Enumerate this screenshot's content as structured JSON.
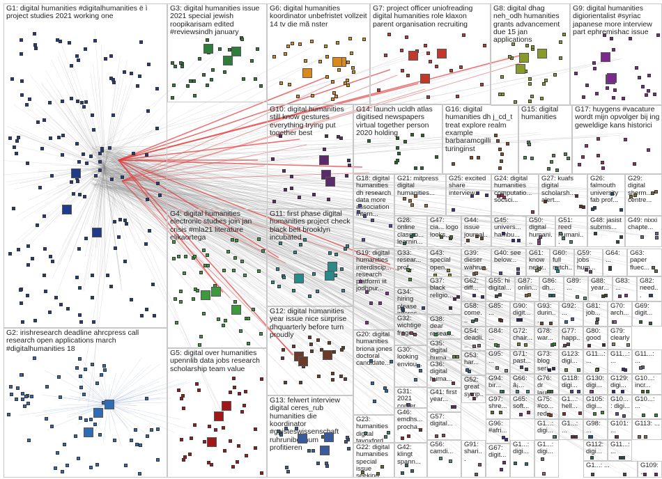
{
  "graph": {
    "type": "network",
    "groups": [
      {
        "id": "G1",
        "label": "G1: digital humanities #digitalhumanities ë ì project studies 2021 working one",
        "color": "#1f3b8a"
      },
      {
        "id": "G2",
        "label": "G2: irishresearch deadline ahrcpress call research open applications march #digitalhumanities 18",
        "color": "#2e6db4"
      },
      {
        "id": "G3",
        "label": "G3: digital humanities issue 2021 special jewish roopikarisam edited #reviewsindh january",
        "color": "#2f7d3a"
      },
      {
        "id": "G4",
        "label": "G4: digital humanities electronic studies join jan crisis #mla21 literature elikaortega",
        "color": "#3c9a3c"
      },
      {
        "id": "G5",
        "label": "G5: digital over humanities upennlib data jobs research scholarship team value",
        "color": "#a01818"
      },
      {
        "id": "G6",
        "label": "G6: digital humanities koordinator unbefristet vollzeit 14 tv die mã nster",
        "color": "#d98a1a"
      },
      {
        "id": "G7",
        "label": "G7: project officer uniofreading digital humanities role klaxon parent organisation recruiting",
        "color": "#c0392b"
      },
      {
        "id": "G8",
        "label": "G8: digital dhag neh_odh humanities grants advancement due 15 jan applications",
        "color": "#8a9a2a"
      },
      {
        "id": "G9",
        "label": "G9: digital humanities digiorientalist #syriac japanese more interview part ephremishac issue",
        "color": "#7a2a8a"
      },
      {
        "id": "G10",
        "label": "G10: digital humanities still know gestures everything trying put together best",
        "color": "#5a2a6a"
      },
      {
        "id": "G11",
        "label": "G11: first phase digital humanities project check black belt brooklyn incubated",
        "color": "#2a8a8a"
      },
      {
        "id": "G12",
        "label": "G12: digital humanities year issue nice surprise dhquarterly before turn proudly",
        "color": "#6a3a2a"
      },
      {
        "id": "G13",
        "label": "G13: felwert interview digital ceres_rub humanities die koordinator #geisteswissenschaft ruhrunibochum profitieren",
        "color": "#3a5a9a"
      },
      {
        "id": "G14",
        "label": "G14: launch ucldh atlas digitised newspapers virtual together person 2020 holding",
        "color": "#2a6a2a"
      },
      {
        "id": "G15",
        "label": "G15: digital humanities",
        "color": "#4a8a4a"
      },
      {
        "id": "G16",
        "label": "G16: digital humanities dh j_cd_t treat explore realm example barbaramcgilli turinginst",
        "color": "#8a4a2a"
      },
      {
        "id": "G17",
        "label": "G17: huygens #vacature wordt mijn opvolger bij ing geweldige kans historici",
        "color": "#9a2a6a"
      },
      {
        "id": "G18",
        "label": "G18: digital humanities dh research data more association intern...",
        "color": "#4a4aaa"
      },
      {
        "id": "G19",
        "label": "G19: digital humanities interdiscip... research platform iit jodhpur...",
        "color": "#8a2a8a"
      },
      {
        "id": "G20",
        "label": "G20: digital humanities briona jones doctoral candidate...",
        "color": "#2a6aaa"
      },
      {
        "id": "G21",
        "label": "G21: mitpress digital humanities...",
        "color": "#aa6a2a"
      },
      {
        "id": "G22",
        "label": "G22: digital humanities special issue seeking...",
        "color": "#6a6a2a"
      },
      {
        "id": "G23",
        "label": "G23: humanities digital tayoxford looking...",
        "color": "#2a8a6a"
      },
      {
        "id": "G24",
        "label": "G24: digital humanities computatio... socsci...",
        "color": "#aa2a4a"
      },
      {
        "id": "G25",
        "label": "G25: excited share interview...",
        "color": "#4a2a8a"
      },
      {
        "id": "G26",
        "label": "G26: falmouth university fab prof...",
        "color": "#2a4a6a"
      },
      {
        "id": "G27",
        "label": "G27: kuafs digital scholarsh... alert...",
        "color": "#6a2a2a"
      },
      {
        "id": "G28",
        "label": "G28: online classro... learnin...",
        "color": "#2a6a4a"
      },
      {
        "id": "G29",
        "label": "G29: digital sherm... centre...",
        "color": "#8a6a2a"
      },
      {
        "id": "G30",
        "label": "G30: looking enviou...",
        "color": "#4a6a8a"
      },
      {
        "id": "G31",
        "label": "G31: 2021 confer...",
        "color": "#6a4a8a"
      },
      {
        "id": "G32",
        "label": "G32: wichtige frage...",
        "color": "#8a4a6a"
      },
      {
        "id": "G33",
        "label": "G33: resear... prof...",
        "color": "#4a8a2a"
      },
      {
        "id": "G34",
        "label": "G34: hiring please interes...",
        "color": "#2a4a8a"
      },
      {
        "id": "G35",
        "label": "G35: digital huma...",
        "color": "#6a8a4a"
      },
      {
        "id": "G36",
        "label": "G36: digital huma...",
        "color": "#8a2a4a"
      },
      {
        "id": "G37",
        "label": "G37: black religio...",
        "color": "#4a2a4a"
      },
      {
        "id": "G38",
        "label": "G38: dear resear...",
        "color": "#2a8a4a"
      },
      {
        "id": "G39",
        "label": "G39: dieser wahrun...",
        "color": "#8a6a4a"
      },
      {
        "id": "G40",
        "label": "G40: see below...",
        "color": "#4a4a8a"
      },
      {
        "id": "G41",
        "label": "G41: first year...",
        "color": "#6a2a6a"
      },
      {
        "id": "G42",
        "label": "G42: klingt spann...",
        "color": "#2a6a6a"
      },
      {
        "id": "G43",
        "label": "G43: special open...",
        "color": "#8a8a2a"
      },
      {
        "id": "G44",
        "label": "G44: issue journal...",
        "color": "#6a4a2a"
      },
      {
        "id": "G45",
        "label": "G45: univers... hambu...",
        "color": "#2a2a8a"
      },
      {
        "id": "G46",
        "label": "G46: emdhs... procha...",
        "color": "#8a2a2a"
      },
      {
        "id": "G47",
        "label": "G47: cia... logo looks...",
        "color": "#4a6a2a"
      },
      {
        "id": "G48",
        "label": "G48: jasist submis...",
        "color": "#2a4a4a"
      },
      {
        "id": "G49",
        "label": "G49: nixxi chapte...",
        "color": "#6a6a8a"
      },
      {
        "id": "G50",
        "label": "G50: digital humani...",
        "color": "#8a4a8a"
      },
      {
        "id": "G51",
        "label": "G51: reed humani...",
        "color": "#4a8a6a"
      },
      {
        "id": "G52",
        "label": "G52: great symp...",
        "color": "#6a2a4a"
      },
      {
        "id": "G53",
        "label": "G53: har...",
        "color": "#2a6a8a"
      },
      {
        "id": "G54",
        "label": "G54: deadli...",
        "color": "#8a6a6a"
      },
      {
        "id": "G55",
        "label": "G55: hi digital...",
        "color": "#4a4a4a"
      },
      {
        "id": "G56",
        "label": "G56: camdi...",
        "color": "#6a8a8a"
      },
      {
        "id": "G57",
        "label": "G57: digital...",
        "color": "#8a4a4a"
      },
      {
        "id": "G58",
        "label": "G58: come...",
        "color": "#4a6a6a"
      },
      {
        "id": "G59",
        "label": "G59: jobs hum...",
        "color": "#6a4a6a"
      },
      {
        "id": "G60",
        "label": "G60: full mitch...",
        "color": "#2a8a8a"
      },
      {
        "id": "G61",
        "label": "G61: know netw...",
        "color": "#8a8a4a"
      },
      {
        "id": "G62",
        "label": "G62: diff...",
        "color": "#4a2a6a"
      },
      {
        "id": "G63",
        "label": "G63: paper fluec...",
        "color": "#6a6a4a"
      },
      {
        "id": "G64",
        "label": "G64: ...",
        "color": "#2a4a2a"
      },
      {
        "id": "G65",
        "label": "G65: soft...",
        "color": "#8a2a6a"
      },
      {
        "id": "G66",
        "label": "G66: â¡...",
        "color": "#4a8a8a"
      },
      {
        "id": "G67",
        "label": "G67: digit...",
        "color": "#6a2a8a"
      },
      {
        "id": "G69",
        "label": "G69: digit...",
        "color": "#2a6a2a"
      },
      {
        "id": "G70",
        "label": "G70: arch...",
        "color": "#8a6a8a"
      },
      {
        "id": "G71",
        "label": "G71: past...",
        "color": "#4a4a6a"
      },
      {
        "id": "G72",
        "label": "G72: chair...",
        "color": "#6a8a2a"
      },
      {
        "id": "G73",
        "label": "G73: blog seri...",
        "color": "#2a2a6a"
      },
      {
        "id": "G75",
        "label": "G75: #co... red...",
        "color": "#8a4a2a"
      },
      {
        "id": "G76",
        "label": "G76: dr laur...",
        "color": "#4a6a4a"
      },
      {
        "id": "G77",
        "label": "G77: happ...",
        "color": "#6a4a4a"
      },
      {
        "id": "G78",
        "label": "G78: war...",
        "color": "#2a8a2a"
      },
      {
        "id": "G79",
        "label": "G79: clearly",
        "color": "#8a8a6a"
      },
      {
        "id": "G80",
        "label": "G80: good",
        "color": "#4a2a2a"
      },
      {
        "id": "G81",
        "label": "G81: job...",
        "color": "#6a6a6a"
      },
      {
        "id": "G82",
        "label": "G82: need...",
        "color": "#2a4a6a"
      },
      {
        "id": "G83",
        "label": "G83: ...",
        "color": "#8a2a8a"
      },
      {
        "id": "G84",
        "label": "G84: ...",
        "color": "#4a8a4a"
      },
      {
        "id": "G85",
        "label": "G85: ...",
        "color": "#6a2a2a"
      },
      {
        "id": "G86",
        "label": "G86: dh...",
        "color": "#2a6a6a"
      },
      {
        "id": "G87",
        "label": "G87: onlin...",
        "color": "#8a6a2a"
      },
      {
        "id": "G88",
        "label": "G88: year...",
        "color": "#4a4a2a"
      },
      {
        "id": "G89",
        "label": "G89: ...",
        "color": "#6a8a6a"
      },
      {
        "id": "G90",
        "label": "G90: digit...",
        "color": "#2a2a4a"
      },
      {
        "id": "G91",
        "label": "G91: shari...",
        "color": "#8a4a6a"
      },
      {
        "id": "G92",
        "label": "G92: ...",
        "color": "#4a6a8a"
      },
      {
        "id": "G93",
        "label": "G93: durin...",
        "color": "#6a4a2a"
      },
      {
        "id": "G94",
        "label": "G94: bir...",
        "color": "#2a8a6a"
      },
      {
        "id": "G95",
        "label": "G95: ...",
        "color": "#8a8a8a"
      },
      {
        "id": "G96",
        "label": "G96: #afri...",
        "color": "#4a2a8a"
      },
      {
        "id": "G97",
        "label": "G97: shre...",
        "color": "#6a6a2a"
      },
      {
        "id": "G98",
        "label": "G98: ...",
        "color": "#2a4a8a"
      },
      {
        "id": "G101",
        "label": "G101: ...",
        "color": "#8a2a4a"
      },
      {
        "id": "G105",
        "label": "G105: digi...",
        "color": "#4a8a2a"
      },
      {
        "id": "G109",
        "label": "G109: ...",
        "color": "#6a2a6a"
      },
      {
        "id": "G112",
        "label": "G112: digi...",
        "color": "#2a6a4a"
      },
      {
        "id": "G113",
        "label": "G113: ...",
        "color": "#8a6a4a"
      },
      {
        "id": "G118",
        "label": "G118: digi...",
        "color": "#4a4a8a"
      },
      {
        "id": "G123",
        "label": "G123: digi...",
        "color": "#6a8a4a"
      },
      {
        "id": "G129",
        "label": "G129: digi...",
        "color": "#2a2a8a"
      },
      {
        "id": "G130",
        "label": "G130: digi...",
        "color": "#8a4a8a"
      },
      {
        "id": "G10x1",
        "label": "G10...: incr...",
        "color": "#4a6a2a"
      },
      {
        "id": "G10x2",
        "label": "G10...: digi...",
        "color": "#6a4a8a"
      },
      {
        "id": "G10x3",
        "label": "G10...: ...",
        "color": "#2a8a4a"
      },
      {
        "id": "G11x1",
        "label": "G11...: ...",
        "color": "#8a8a2a"
      },
      {
        "id": "G11x2",
        "label": "G11...: ...",
        "color": "#4a2a6a"
      },
      {
        "id": "G11x3",
        "label": "G11...: ...",
        "color": "#6a6a8a"
      },
      {
        "id": "G11x4",
        "label": "G11...: ...",
        "color": "#2a4a4a"
      },
      {
        "id": "G1x1",
        "label": "G1...: hell...",
        "color": "#8a2a2a"
      },
      {
        "id": "G1x2",
        "label": "G1...: digi...",
        "color": "#4a8a6a"
      },
      {
        "id": "G1x3",
        "label": "G1...: ...",
        "color": "#6a2a4a"
      },
      {
        "id": "G1x4",
        "label": "G1...: digi...",
        "color": "#2a6a8a"
      },
      {
        "id": "G1x5",
        "label": "G1...: digi...",
        "color": "#8a6a6a"
      },
      {
        "id": "G1x6",
        "label": "G1...: ...",
        "color": "#4a4a4a"
      }
    ]
  }
}
